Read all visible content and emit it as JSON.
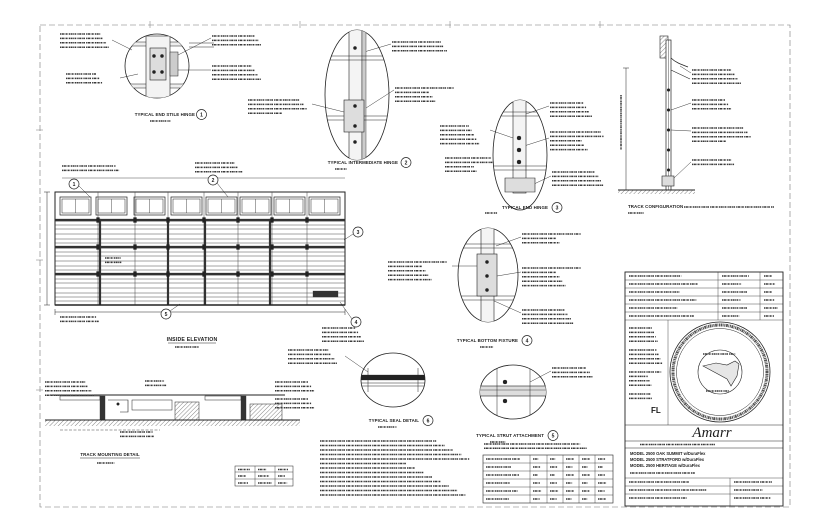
{
  "elevation": {
    "title": "INSIDE ELEVATION"
  },
  "track_mounting": {
    "title": "TRACK MOUNTING DETAIL"
  },
  "track_config": {
    "title": "TRACK CONFIGURATION"
  },
  "details": [
    {
      "num": "1",
      "title": "TYPICAL END STILE HINGE"
    },
    {
      "num": "2",
      "title": "TYPICAL INTERMEDIATE HINGE"
    },
    {
      "num": "3",
      "title": "TYPICAL END HINGE"
    },
    {
      "num": "4",
      "title": "TYPICAL BOTTOM FIXTURE"
    },
    {
      "num": "5",
      "title": "TYPICAL STRUT ATTACHMENT"
    },
    {
      "num": "6",
      "title": "TYPICAL SEAL DETAIL"
    }
  ],
  "title_block": {
    "brand": "Amarr",
    "models": [
      "MODEL 2500 OAK SUMMIT w/DuraFlex",
      "MODEL 2500 STRATFORD w/DuraFlex",
      "MODEL 2500 HERITAGE w/DuraFlex"
    ],
    "seal_state": "FL"
  },
  "colors": {
    "ink": "#1c1c1c",
    "paper": "#ffffff"
  }
}
